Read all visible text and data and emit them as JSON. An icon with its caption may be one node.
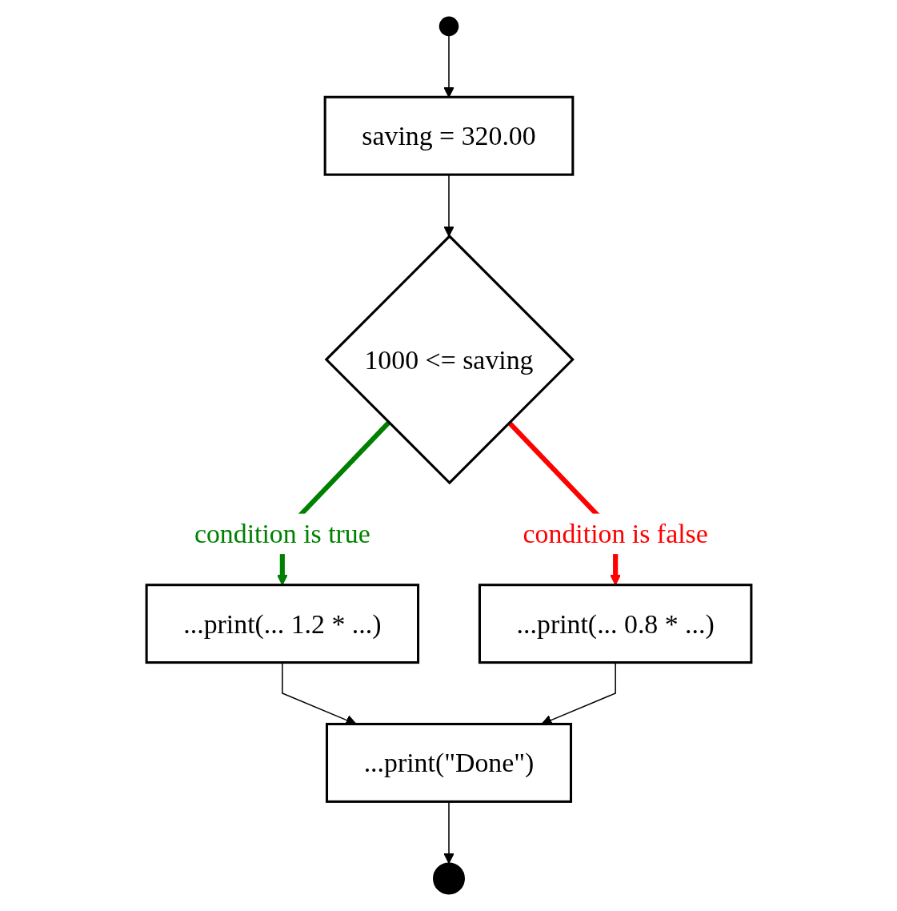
{
  "diagram": {
    "nodes": [
      {
        "text": [],
        "shape": "circle"
      },
      {
        "text": [
          "saving = 320.00"
        ]
      },
      {
        "text": [
          "1000 <= saving"
        ]
      },
      {
        "text": [
          "...print(... 1.2 * ...)"
        ]
      },
      {
        "text": [
          "...print(... 0.8 * ...)"
        ]
      },
      {
        "text": [
          "...print(\"Done\")"
        ]
      },
      {
        "text": [],
        "shape": "circle"
      }
    ],
    "edges": [
      {
        "from": 0,
        "to": 1,
        "arrow": "to"
      },
      {
        "from": 1,
        "to": 2,
        "arrow": "to"
      },
      {
        "from": 2,
        "to": 3,
        "arrow": "to",
        "label": "condition is true",
        "style": "thick",
        "color": "#008000"
      },
      {
        "from": 2,
        "to": 4,
        "arrow": "to",
        "label": "condition is false",
        "style": "thick",
        "color": "#ff0000"
      },
      {
        "from": 3,
        "to": 5,
        "arrow": "to"
      },
      {
        "from": 4,
        "to": 5,
        "arrow": "to"
      },
      {
        "from": 5,
        "to": 6,
        "arrow": "to"
      }
    ]
  }
}
